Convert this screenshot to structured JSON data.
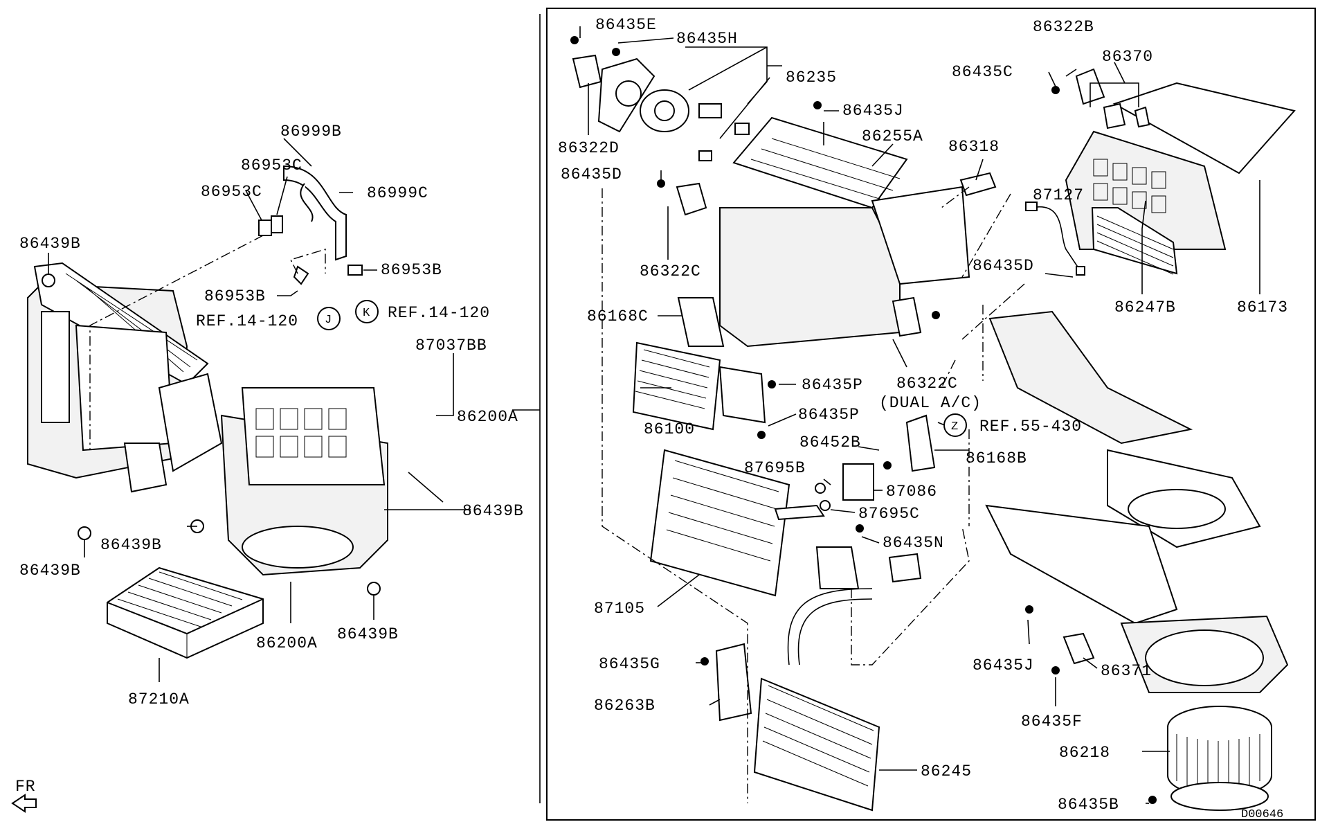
{
  "labels": {
    "l_86439B_a": "86439B",
    "l_86953C_a": "86953C",
    "l_86953C_b": "86953C",
    "l_86999B": "86999B",
    "l_86999C": "86999C",
    "l_86953B_a": "86953B",
    "l_86953B_b": "86953B",
    "l_ref_j": "REF.14-120",
    "l_ref_k": "REF.14-120",
    "l_87037BB": "87037BB",
    "l_86200A_right": "86200A",
    "l_86439B_b": "86439B",
    "l_86439B_c": "86439B",
    "l_86439B_d": "86439B",
    "l_86200A_bottom": "86200A",
    "l_86439B_e": "86439B",
    "l_87210A": "87210A",
    "l_86435E": "86435E",
    "l_86435H": "86435H",
    "l_86235": "86235",
    "l_86322D": "86322D",
    "l_86435J_top": "86435J",
    "l_86255A": "86255A",
    "l_86435D_left": "86435D",
    "l_86318": "86318",
    "l_86322C_a": "86322C",
    "l_86168C": "86168C",
    "l_86322B": "86322B",
    "l_86435C": "86435C",
    "l_86370": "86370",
    "l_87127": "87127",
    "l_86435D_right": "86435D",
    "l_86247B": "86247B",
    "l_86173": "86173",
    "l_86322C_b": "86322C",
    "l_dual_ac": "(DUAL A/C)",
    "l_ref_z": "REF.55-430",
    "l_86435P_a": "86435P",
    "l_86435P_b": "86435P",
    "l_86100": "86100",
    "l_86452B": "86452B",
    "l_86168B": "86168B",
    "l_87695B": "87695B",
    "l_87086": "87086",
    "l_87695C": "87695C",
    "l_86435N": "86435N",
    "l_87105": "87105",
    "l_86435G": "86435G",
    "l_86263B": "86263B",
    "l_86245": "86245",
    "l_86435J_bottom": "86435J",
    "l_86371": "86371",
    "l_86435F": "86435F",
    "l_86218": "86218",
    "l_86435B": "86435B",
    "l_fr": "FR",
    "l_code": "D00646"
  },
  "callouts": {
    "j": "J",
    "k": "K",
    "z": "Z"
  }
}
